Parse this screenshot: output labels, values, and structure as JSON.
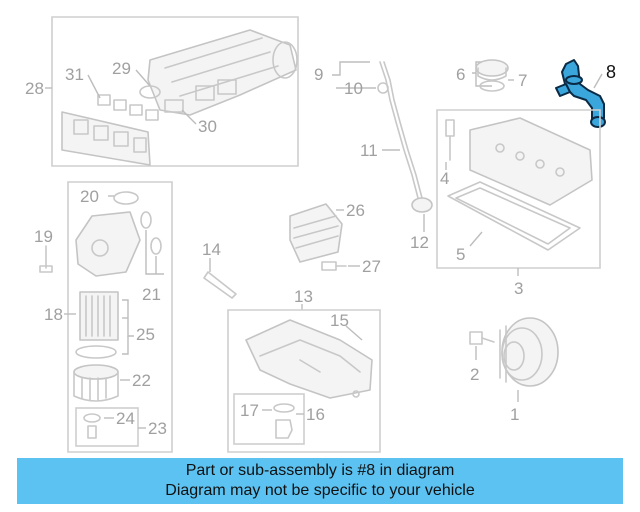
{
  "callouts": {
    "c1": "1",
    "c2": "2",
    "c3": "3",
    "c4": "4",
    "c5": "5",
    "c6": "6",
    "c7": "7",
    "c8": "8",
    "c9": "9",
    "c10": "10",
    "c11": "11",
    "c12": "12",
    "c13": "13",
    "c14": "14",
    "c15": "15",
    "c16": "16",
    "c17": "17",
    "c18": "18",
    "c19": "19",
    "c20": "20",
    "c21": "21",
    "c22": "22",
    "c23": "23",
    "c24": "24",
    "c25": "25",
    "c26": "26",
    "c27": "27",
    "c28": "28",
    "c29": "29",
    "c30": "30",
    "c31": "31"
  },
  "highlight": {
    "part_number": "8",
    "color": "#3aa6dc"
  },
  "banner": {
    "line1": "Part or sub-assembly is #8 in diagram",
    "line2": "Diagram may not be specific to your vehicle",
    "background": "#5bc2f1"
  }
}
